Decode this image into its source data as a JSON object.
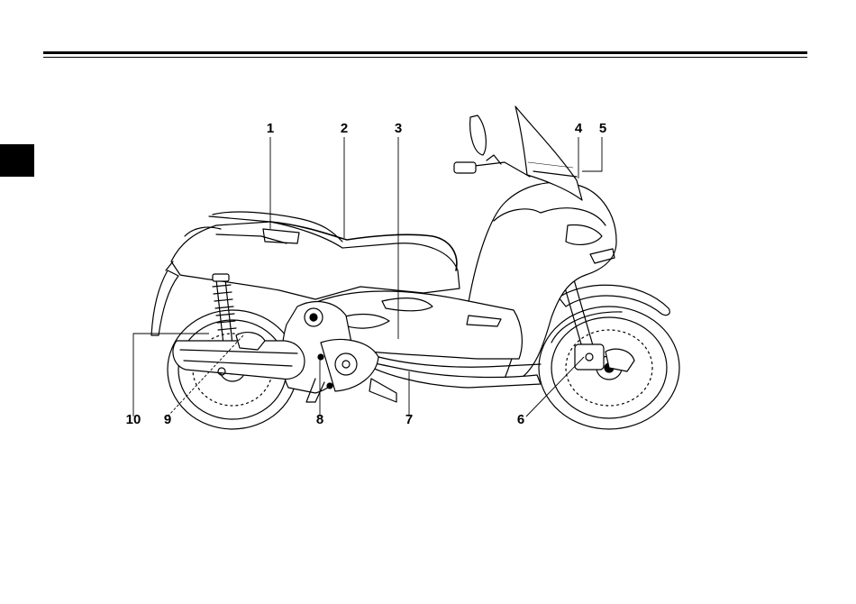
{
  "colors": {
    "ink": "#000000",
    "paper": "#ffffff",
    "shade": "#e6e6e6"
  },
  "figure": {
    "callouts": [
      {
        "number": "1"
      },
      {
        "number": "2"
      },
      {
        "number": "3"
      },
      {
        "number": "4"
      },
      {
        "number": "5"
      },
      {
        "number": "6"
      },
      {
        "number": "7"
      },
      {
        "number": "8"
      },
      {
        "number": "9"
      },
      {
        "number": "10"
      }
    ]
  }
}
